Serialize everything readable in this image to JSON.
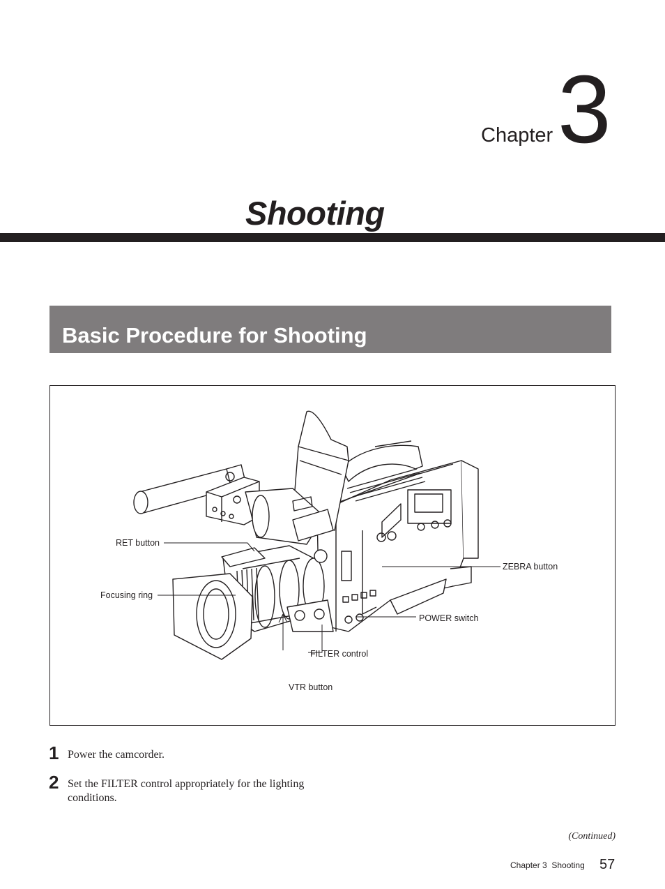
{
  "chapter": {
    "word": "Chapter",
    "number": "3"
  },
  "title": "Shooting",
  "section": {
    "title": "Basic Procedure for Shooting"
  },
  "figure": {
    "callouts": {
      "ret_button": "RET button",
      "focusing_ring": "Focusing ring",
      "zebra_button": "ZEBRA button",
      "power_switch": "POWER switch",
      "filter_control": "FILTER control",
      "vtr_button": "VTR button"
    }
  },
  "steps": [
    {
      "number": "1",
      "text": "Power the camcorder."
    },
    {
      "number": "2",
      "text": "Set the FILTER control appropriately for the lighting conditions."
    }
  ],
  "continued": "(Continued)",
  "footer": {
    "label": "Chapter 3  Shooting",
    "page": "57"
  }
}
